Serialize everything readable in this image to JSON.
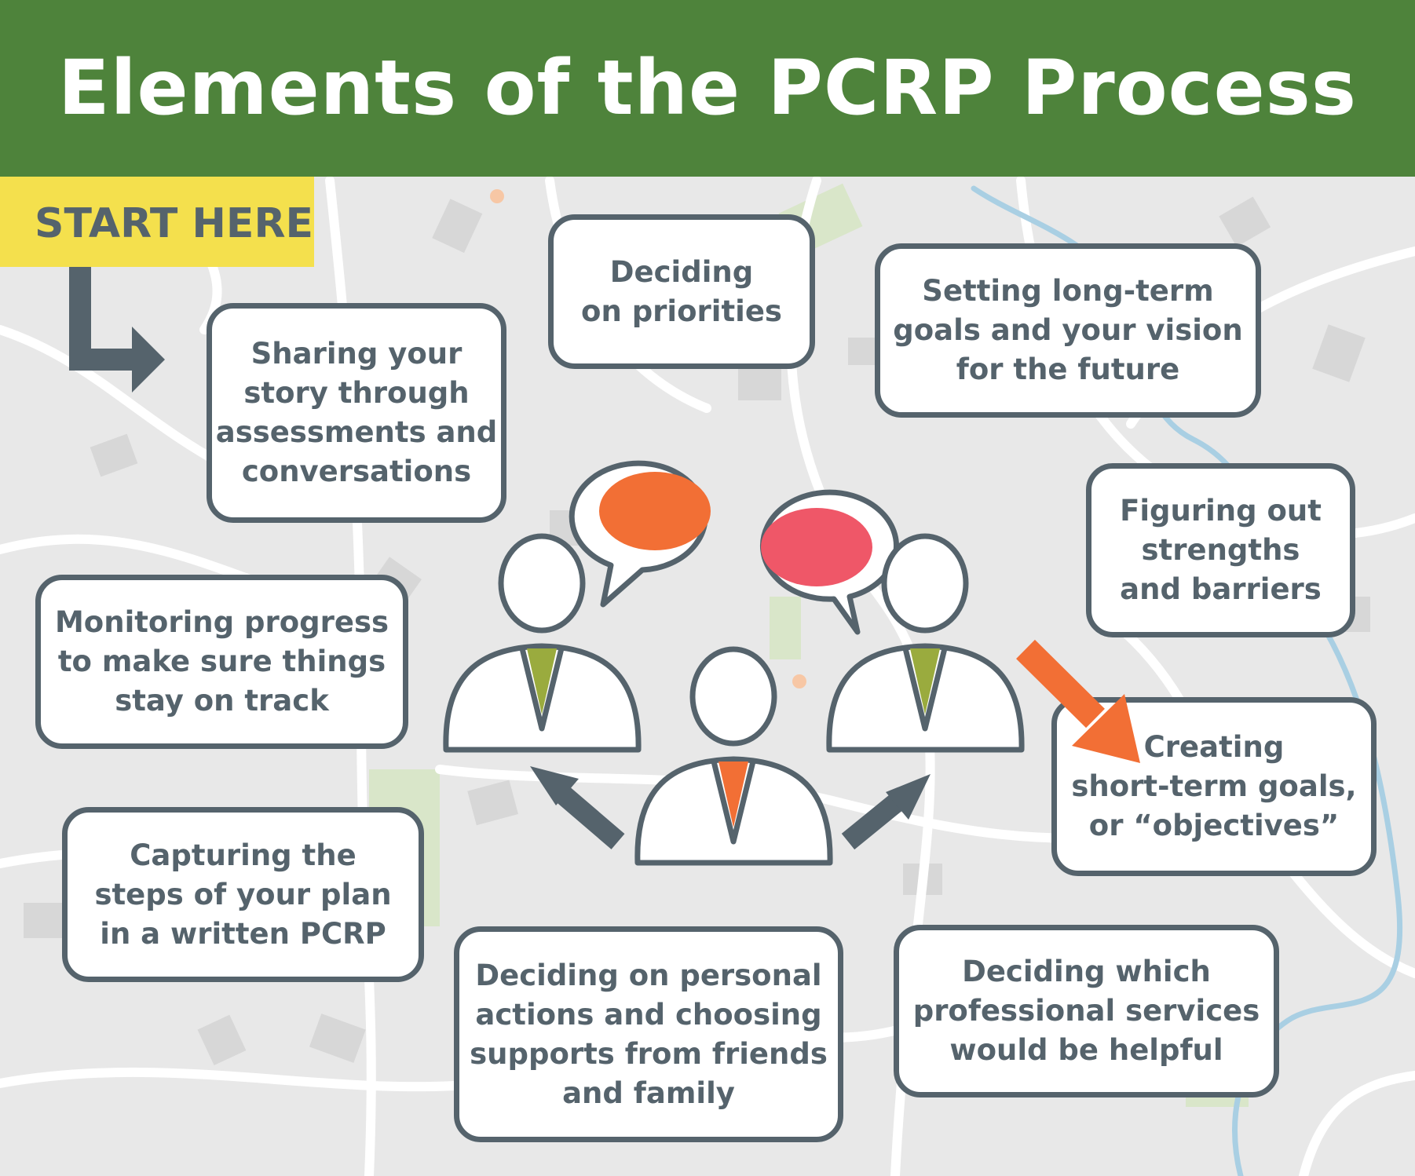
{
  "title": "Elements of the PCRP Process",
  "start_label": "START HERE",
  "steps": [
    "Sharing your\nstory through\nassessments and\nconversations",
    "Deciding\non priorities",
    "Setting long-term\ngoals and your vision\nfor the future",
    "Figuring out\nstrengths\nand barriers",
    "Creating\nshort-term goals,\nor “objectives”",
    "Deciding which\nprofessional services\nwould be helpful",
    "Deciding on personal\nactions and choosing\nsupports from friends\nand family",
    "Capturing the\nsteps of your plan\nin a written PCRP",
    "Monitoring progress\nto make sure things\nstay on track"
  ],
  "colors": {
    "header_green": "#4e833b",
    "start_yellow": "#f4e04d",
    "outline_slate": "#55636c",
    "accent_orange": "#f26f35",
    "bubble_pink": "#ef5768",
    "tie_olive": "#9aab3e",
    "map_background": "#e8e8e8",
    "map_roads": "#ffffff",
    "map_river": "#a9cfe3"
  },
  "icons": [
    "start-arrow-icon",
    "person-icon",
    "speech-bubble-icon",
    "return-arrow-icon"
  ]
}
